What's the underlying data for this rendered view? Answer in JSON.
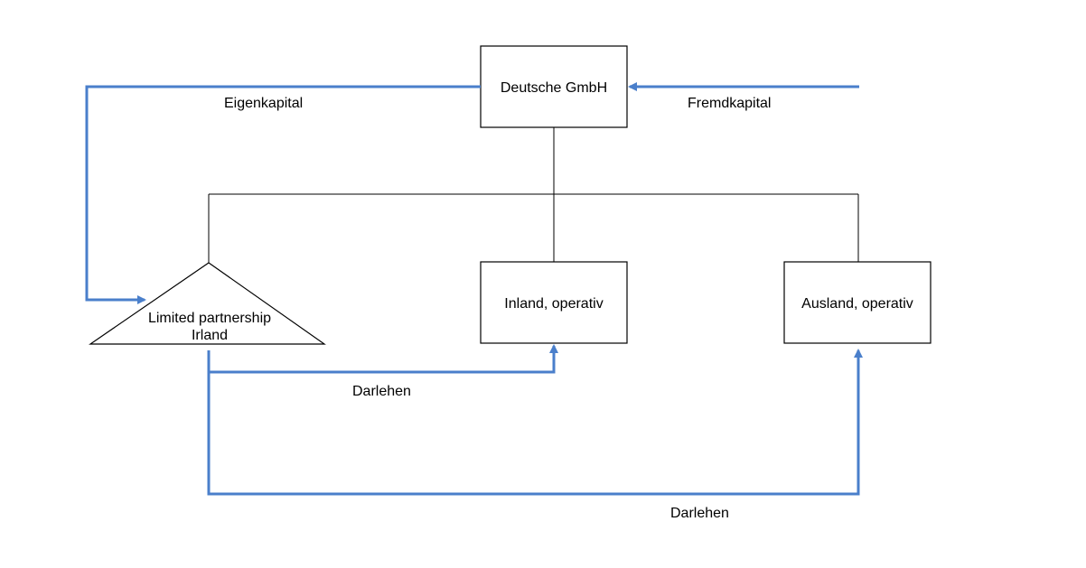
{
  "nodes": {
    "deutsche_gmbh": "Deutsche GmbH",
    "limited_partnership_line1": "Limited partnership",
    "limited_partnership_line2": "Irland",
    "inland": "Inland, operativ",
    "ausland": "Ausland, operativ"
  },
  "flows": {
    "eigenkapital": "Eigenkapital",
    "fremdkapital": "Fremdkapital",
    "darlehen_inland": "Darlehen",
    "darlehen_ausland": "Darlehen"
  },
  "colors": {
    "flow": "#4a7fcb",
    "structure": "#000000"
  }
}
